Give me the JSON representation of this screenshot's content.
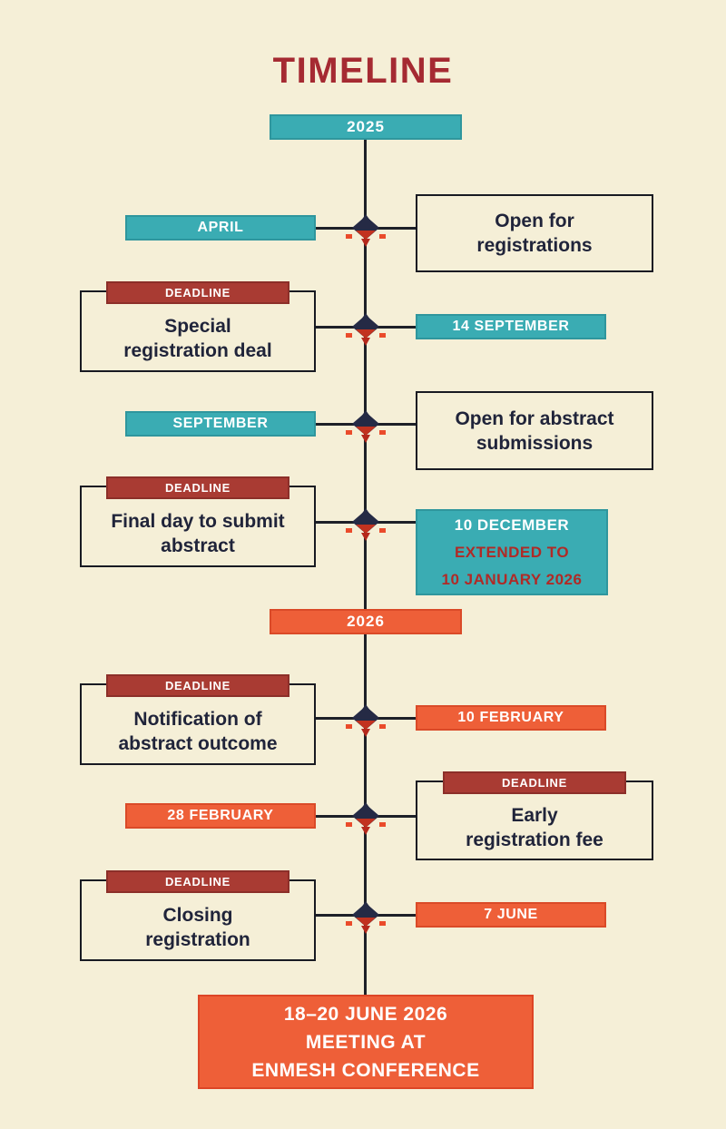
{
  "page": {
    "title": "TIMELINE"
  },
  "labels": {
    "deadline": "DEADLINE"
  },
  "colors": {
    "background": "#f5efd7",
    "teal": "#3aacb3",
    "orange": "#ee5f38",
    "deadline_red": "#a93b33",
    "title_red": "#a52a32",
    "text_navy": "#20243a",
    "line_black": "#1d2028",
    "extended_red": "#b02a26"
  },
  "timeline": {
    "year_start": "2025",
    "year_mid": "2026",
    "events": [
      {
        "date": "APRIL",
        "lines": [
          "Open for",
          "registrations"
        ]
      },
      {
        "date": "14 SEPTEMBER",
        "lines": [
          "Special",
          "registration deal"
        ]
      },
      {
        "date": "SEPTEMBER",
        "lines": [
          "Open for abstract",
          "submissions"
        ]
      },
      {
        "date": "10 DECEMBER",
        "note_lines": [
          "EXTENDED TO",
          "10 JANUARY 2026"
        ],
        "lines": [
          "Final day to submit",
          "abstract"
        ]
      },
      {
        "date": "10 FEBRUARY",
        "lines": [
          "Notification of",
          "abstract outcome"
        ]
      },
      {
        "date": "28 FEBRUARY",
        "lines": [
          "Early",
          "registration fee"
        ]
      },
      {
        "date": "7 JUNE",
        "lines": [
          "Closing",
          "registration"
        ]
      }
    ],
    "footer": {
      "lines": [
        "18–20 JUNE 2026",
        "MEETING AT",
        "ENMESH CONFERENCE"
      ]
    }
  }
}
